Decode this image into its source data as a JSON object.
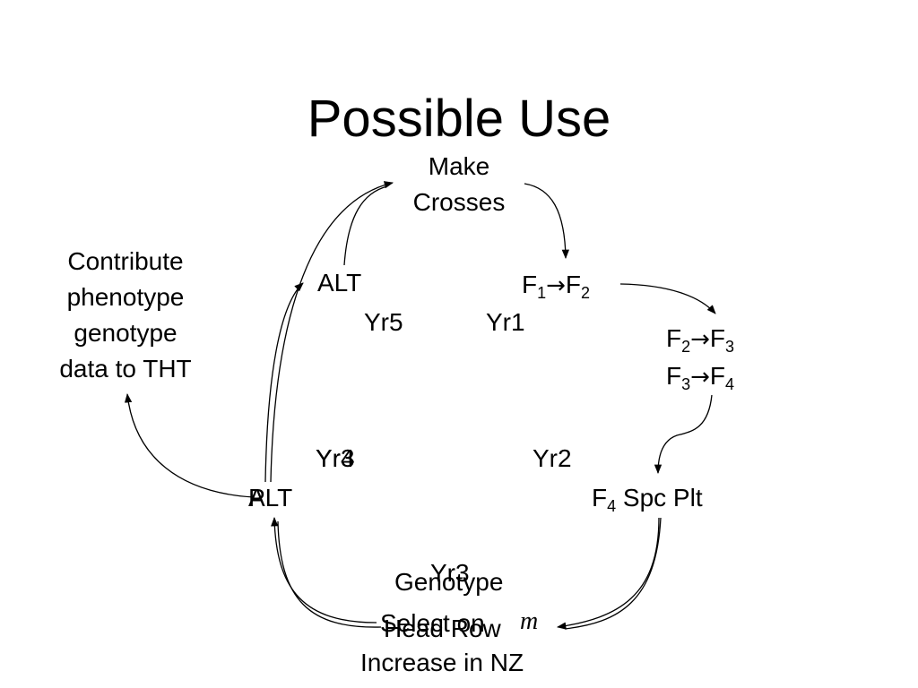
{
  "title": "Possible Use",
  "nodes": {
    "make_crosses": [
      "Make",
      "Crosses"
    ],
    "f1f2": {
      "a": "F",
      "a_sub": "1",
      "arrow": "→",
      "b": "F",
      "b_sub": "2"
    },
    "f2f3": {
      "a": "F",
      "a_sub": "2",
      "arrow": "→",
      "b": "F",
      "b_sub": "3"
    },
    "f3f4": {
      "a": "F",
      "a_sub": "3",
      "arrow": "→",
      "b": "F",
      "b_sub": "4"
    },
    "f4_spc": {
      "a": "F",
      "a_sub": "4",
      "rest": " Spc Plt"
    },
    "genotype": "Genotype",
    "select_on": "Select on",
    "head_row": "Head Row",
    "increase_nz": "Increase in NZ",
    "math_m": "m",
    "alt_top": "ALT",
    "alt_left": "ALT",
    "alt_left_overlap": "P",
    "contribute": [
      "Contribute",
      "phenotype",
      "genotype",
      "data to THT"
    ]
  },
  "years": {
    "yr1": "Yr1",
    "yr2": "Yr2",
    "yr3": "Yr3",
    "yr4": "Yr4",
    "yr4_overlap": "Yr3",
    "yr5": "Yr5"
  }
}
